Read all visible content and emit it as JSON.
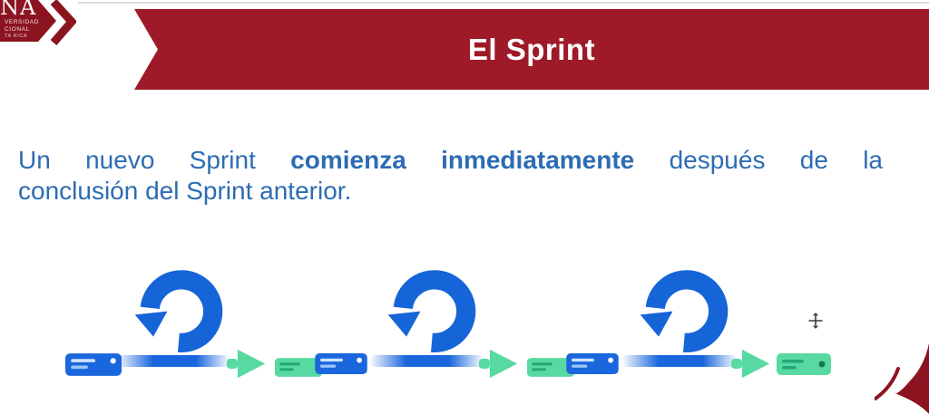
{
  "header": {
    "title": "El Sprint"
  },
  "logo": {
    "letters": "NA",
    "line1": "VERSIDAD",
    "line2": "CIONAL",
    "line3": "TA RICA"
  },
  "body": {
    "line1_part1": "Un nuevo Sprint",
    "line1_bold": "comienza inmediatamente",
    "line1_part3": "después de la",
    "line2": "conclusión del Sprint anterior."
  },
  "diagram": {
    "loop_count": 3,
    "icons": [
      "sprint-loop-icon",
      "flow-arrow-icon",
      "task-card-icon",
      "cursor-crosshair-icon"
    ],
    "sequence": [
      "card-blue",
      "sprint-loop",
      "arrow",
      "card-green",
      "card-blue",
      "sprint-loop",
      "arrow",
      "card-green",
      "card-blue",
      "sprint-loop",
      "arrow",
      "card-green"
    ]
  },
  "colors": {
    "banner_red": "#9e1a28",
    "logo_red": "#8c1420",
    "body_text_blue": "#2d6cb3",
    "loop_blue": "#1565d8",
    "card_blue": "#1a67dd",
    "green": "#57d9a1"
  }
}
